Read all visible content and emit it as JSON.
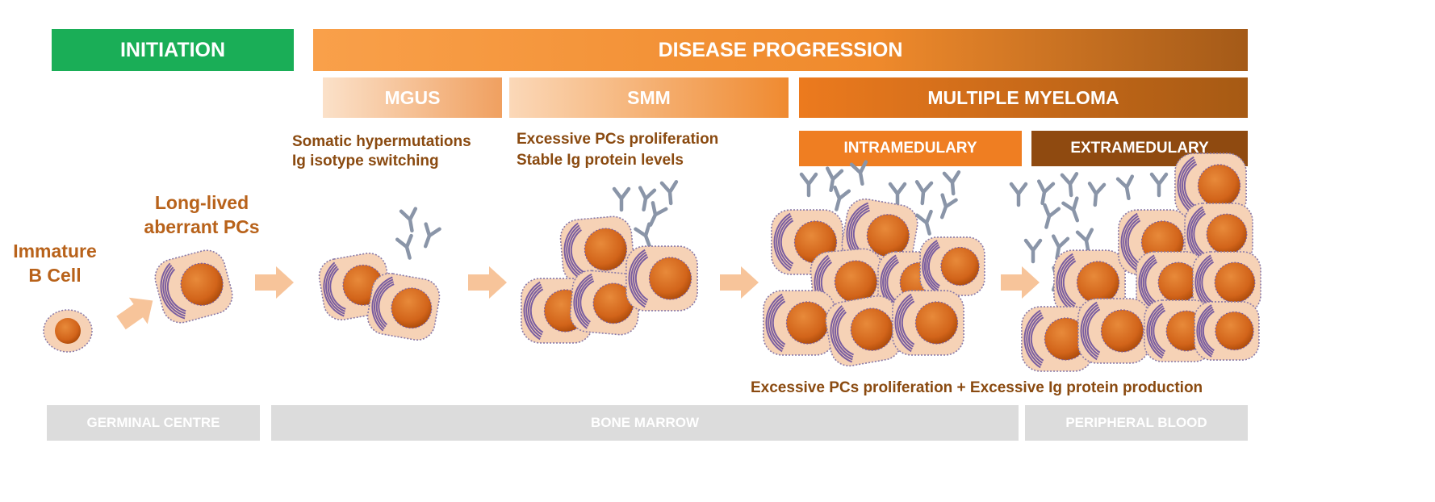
{
  "header": {
    "initiation": "INITIATION",
    "progression": "DISEASE PROGRESSION"
  },
  "stages": {
    "mgus": "MGUS",
    "smm": "SMM",
    "mm": "MULTIPLE MYELOMA",
    "intra": "INTRAMEDULARY",
    "extra": "EXTRAMEDULARY"
  },
  "descriptions": {
    "mgus": [
      "Somatic hypermutations",
      "Ig isotype switching"
    ],
    "smm": [
      "Excessive PCs proliferation",
      "Stable Ig protein levels"
    ],
    "mm": "Excessive PCs proliferation + Excessive Ig protein production"
  },
  "cells": {
    "immature": [
      "Immature",
      "B Cell"
    ],
    "longlived": [
      "Long-lived",
      "aberrant PCs"
    ]
  },
  "locations": {
    "germinal": "GERMINAL CENTRE",
    "marrow": "BONE MARROW",
    "blood": "PERIPHERAL BLOOD"
  },
  "colors": {
    "green": "#1aae57",
    "orange": "#f28a2e",
    "brown": "#8a4a10",
    "cell_fill": "#f6d2b6",
    "nucleus": "#d2641a",
    "antibody": "#8a95a8",
    "stripe": "#7a5ea0",
    "grey_bar": "#dcdcdc"
  }
}
